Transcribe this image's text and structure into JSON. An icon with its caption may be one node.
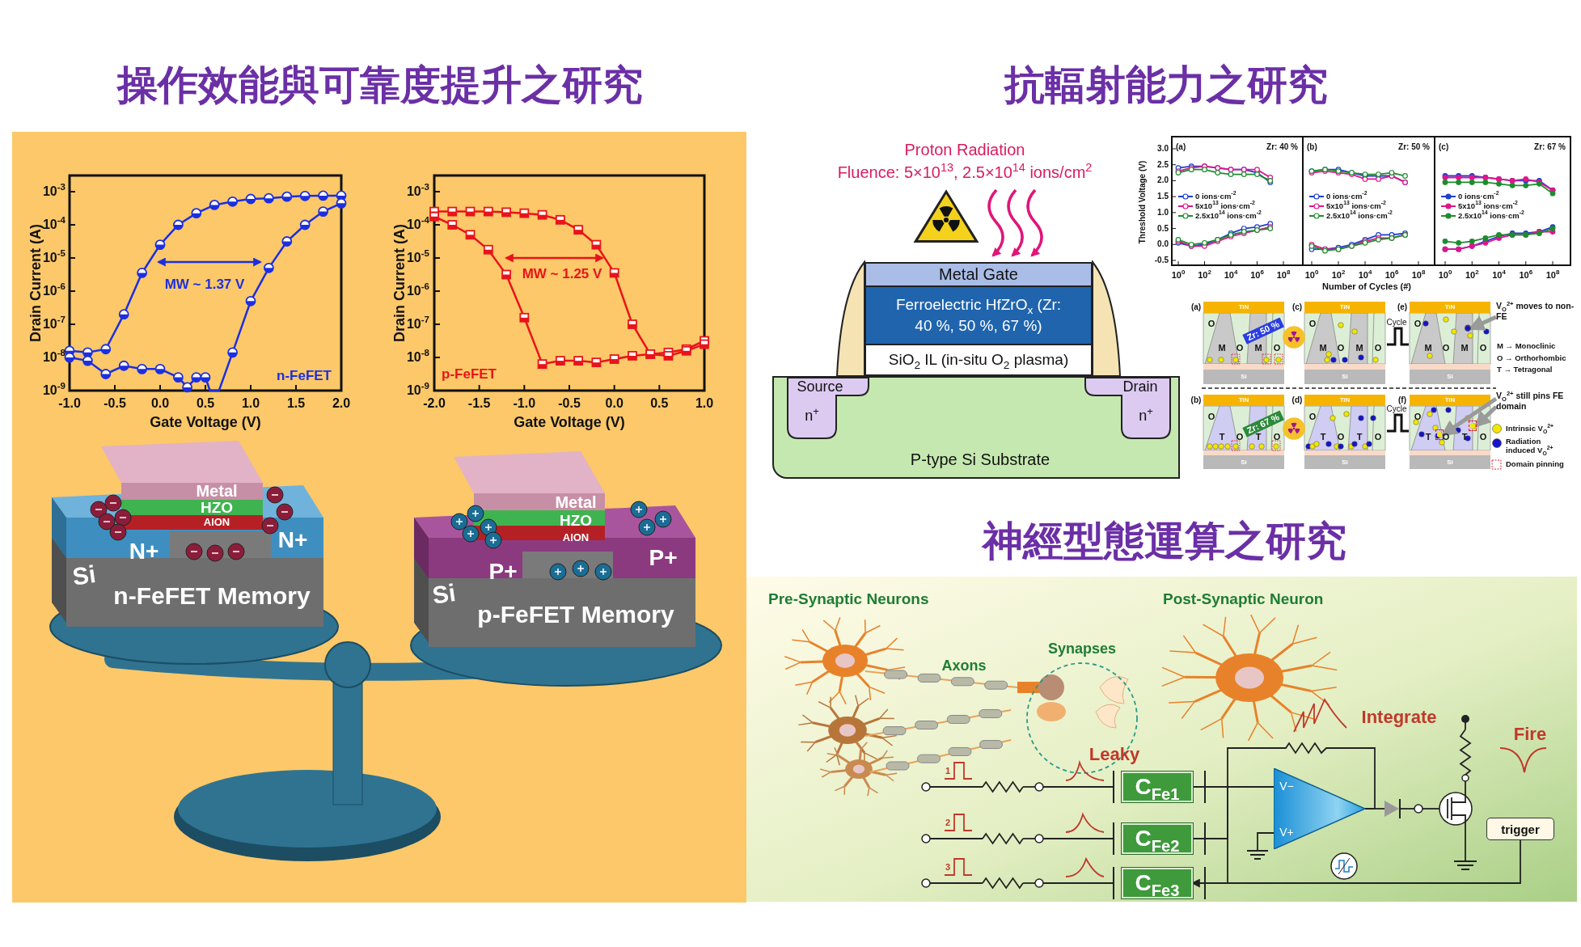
{
  "diagram": {
    "nodes": [
      {
        "text": [
          "P-type Si Substrate"
        ]
      },
      {
        "text": [
          "Source",
          "n$^{+}$"
        ],
        "in": 0
      },
      {
        "text": [
          "Drain",
          "n$^{+}$"
        ],
        "in": 0
      },
      {
        "text": [
          "Metal Gate"
        ]
      },
      {
        "text": [
          "Ferroelectric HfZrO$_{x}$ (Zr: 40 %, 50 %, 67 %)"
        ]
      },
      {
        "text": [
          "SiO$_{2}$ IL (in-situ O$_{2}$ plasma)"
        ]
      },
      {
        "text": [
          "V$_{O}$$^{2+}$ moves to non-FE"
        ]
      },
      {
        "text": [
          "V$_{O}$$^{2+}$ still pins FE domain"
        ]
      },
      {
        "text": [
          "C$_{Fe1}$"
        ]
      },
      {
        "text": [
          "C$_{Fe2}$"
        ]
      },
      {
        "text": [
          "C$_{Fe3}$"
        ]
      },
      {
        "text": [
          "V−",
          "V+"
        ]
      },
      {
        "text": [
          "trigger"
        ]
      },
      {
        "text": [],
        "shape": "circle"
      },
      {
        "text": [],
        "shape": "box"
      },
      {
        "text": [],
        "shape": "box"
      }
    ],
    "edges": [
      {
        "from": 6,
        "to": 13,
        "arrow": "to",
        "style": "thick",
        "color": "#9a9a9a"
      },
      {
        "from": 7,
        "to": 14,
        "arrow": "to",
        "style": "thick",
        "color": "#9a9a9a"
      },
      {
        "from": 7,
        "to": 15,
        "arrow": "to",
        "style": "thick",
        "color": "#9a9a9a"
      },
      {
        "from": 8,
        "to": 11,
        "arrow": "none"
      },
      {
        "from": 9,
        "to": 11,
        "arrow": "none"
      },
      {
        "from": 10,
        "to": 11,
        "arrow": "none"
      },
      {
        "from": 12,
        "to": 10,
        "arrow": "to"
      },
      {
        "from": 11,
        "to": 11,
        "arrow": "none"
      }
    ],
    "labels": [
      "操作效能與可靠度提升之研究",
      "10$^{-3}$",
      "10$^{-4}$",
      "10$^{-5}$",
      "10$^{-6}$",
      "10$^{-7}$",
      "10$^{-8}$",
      "10$^{-9}$",
      "-1.0",
      "-0.5",
      "0.0",
      "0.5",
      "1.0",
      "1.5",
      "2.0",
      "Drain Current (A)",
      "Gate Voltage (V)",
      "MW ~ 1.37 V",
      "n-FeFET",
      "10$^{-3}$",
      "10$^{-4}$",
      "10$^{-5}$",
      "10$^{-6}$",
      "10$^{-7}$",
      "10$^{-8}$",
      "10$^{-9}$",
      "-2.0",
      "-1.5",
      "-1.0",
      "-0.5",
      "0.0",
      "0.5",
      "1.0",
      "Drain Current (A)",
      "Gate Voltage (V)",
      "MW ~ 1.25 V",
      "p-FeFET",
      "Metal",
      "HZO",
      "AlON",
      "N+",
      "N+",
      "Si",
      "n-FeFET Memory",
      "Metal",
      "HZO",
      "AlON",
      "P+",
      "P+",
      "Si",
      "p-FeFET Memory",
      "抗輻射能力之研究",
      "Proton Radiation",
      "Fluence: 5×10$^{13}$, 2.5×10$^{14}$ ions/cm$^{2}$",
      "3.0",
      "2.5",
      "2.0",
      "1.5",
      "1.0",
      "0.5",
      "0.0",
      "-0.5",
      "Threshold Voltage (V)",
      "(a)",
      "Zr: 40 %",
      "0 ions·cm$^{-2}$",
      "5x10$^{13}$ ions·cm$^{-2}$",
      "2.5x10$^{14}$ ions·cm$^{-2}$",
      "10$^{0}$",
      "10$^{2}$",
      "10$^{4}$",
      "10$^{6}$",
      "10$^{8}$",
      "(b)",
      "Zr: 50 %",
      "0 ions·cm$^{-2}$",
      "5x10$^{13}$ ions·cm$^{-2}$",
      "2.5x10$^{14}$ ions·cm$^{-2}$",
      "10$^{0}$",
      "10$^{2}$",
      "10$^{4}$",
      "10$^{6}$",
      "10$^{8}$",
      "(c)",
      "Zr: 67 %",
      "0 ions·cm$^{-2}$",
      "5x10$^{13}$ ions·cm$^{-2}$",
      "2.5x10$^{14}$ ions·cm$^{-2}$",
      "10$^{0}$",
      "10$^{2}$",
      "10$^{4}$",
      "10$^{6}$",
      "10$^{8}$",
      "Number of Cycles (#)",
      "(a)",
      "TiN",
      "O",
      "M",
      "O",
      "M",
      "O",
      "Si",
      "Zr: 50 %",
      "(c)",
      "TiN",
      "O",
      "M",
      "O",
      "M",
      "O",
      "Si",
      "Cycle",
      "(e)",
      "TiN",
      "O",
      "M",
      "O",
      "M",
      "O",
      "Si",
      "(b)",
      "TiN",
      "O",
      "T",
      "O",
      "T",
      "O",
      "Si",
      "Zr: 67 %",
      "(d)",
      "TiN",
      "O",
      "T",
      "O",
      "T",
      "O",
      "Si",
      "Cycle",
      "(f)",
      "TiN",
      "O",
      "T",
      "O",
      "T",
      "O",
      "Si",
      "M → Monoclinic",
      "O → Orthorhombic",
      "T → Tetragonal",
      "神經型態運算之研究",
      "Pre-Synaptic Neurons",
      "Post-Synaptic Neuron",
      "Synapses",
      "Axons",
      "Integrate",
      "Fire",
      "Leaky",
      "1",
      "2",
      "3"
    ],
    "legend": [
      {
        "text": "Intrinsic V$_{O}$$^{2+}$",
        "color": "#f2e600"
      },
      {
        "text": "Radiation induced V$_{O}$$^{2+}$",
        "color": "#1414c8"
      },
      {
        "text": "Domain pinning"
      }
    ]
  }
}
